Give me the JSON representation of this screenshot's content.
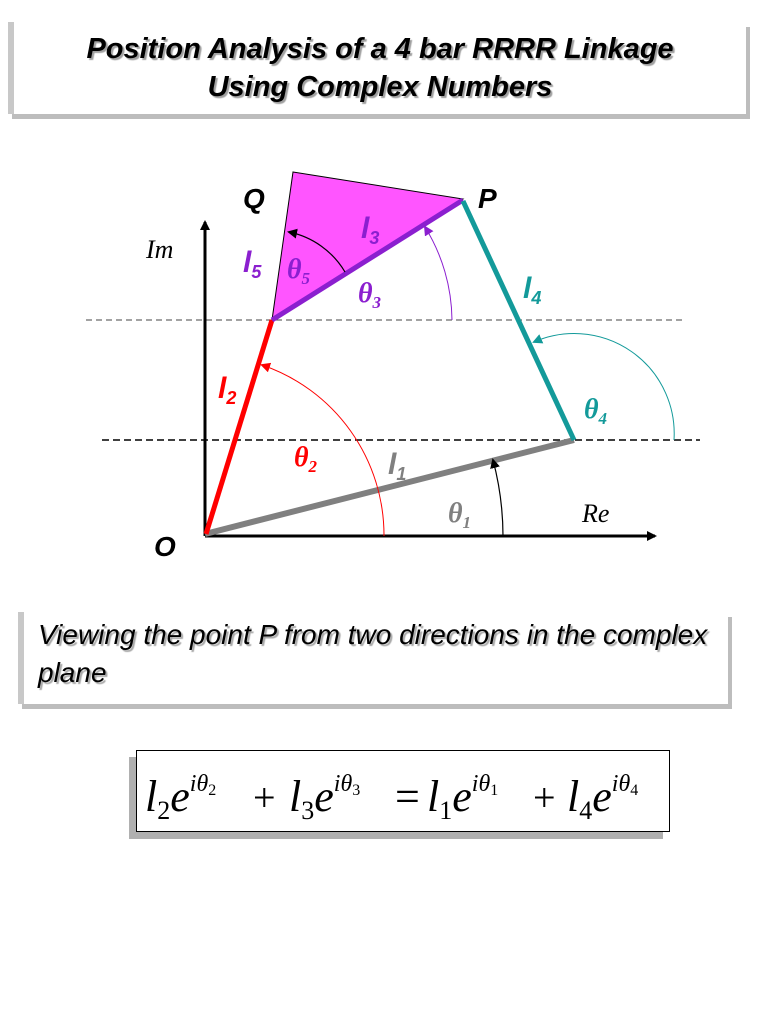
{
  "title": {
    "line1": "Position Analysis of a 4 bar RRRR Linkage",
    "line2": "Using Complex Numbers"
  },
  "diagram": {
    "points": {
      "O": "O",
      "P": "P",
      "Q": "Q"
    },
    "axes": {
      "im": "Im",
      "re": "Re"
    },
    "links": {
      "l1": {
        "base": "l",
        "sub": "1"
      },
      "l2": {
        "base": "l",
        "sub": "2"
      },
      "l3": {
        "base": "l",
        "sub": "3"
      },
      "l4": {
        "base": "l",
        "sub": "4"
      },
      "l5": {
        "base": "l",
        "sub": "5"
      }
    },
    "angles": {
      "theta1": {
        "base": "θ",
        "sub": "1"
      },
      "theta2": {
        "base": "θ",
        "sub": "2"
      },
      "theta3": {
        "base": "θ",
        "sub": "3"
      },
      "theta4": {
        "base": "θ",
        "sub": "4"
      },
      "theta5": {
        "base": "θ",
        "sub": "5"
      }
    },
    "colors": {
      "l1": "#808080",
      "l2": "#ff0000",
      "l3": "#8b1fcf",
      "l4": "#139a9a",
      "coupler_fill": "#ff55ff",
      "axis": "#000000"
    }
  },
  "subtitle": "Viewing the point P from two directions in the complex plane",
  "equation": {
    "l": "l",
    "e": "e",
    "i": "i",
    "theta": "θ",
    "plus": "+",
    "equals": "=",
    "subs": [
      "2",
      "3",
      "1",
      "4"
    ]
  }
}
